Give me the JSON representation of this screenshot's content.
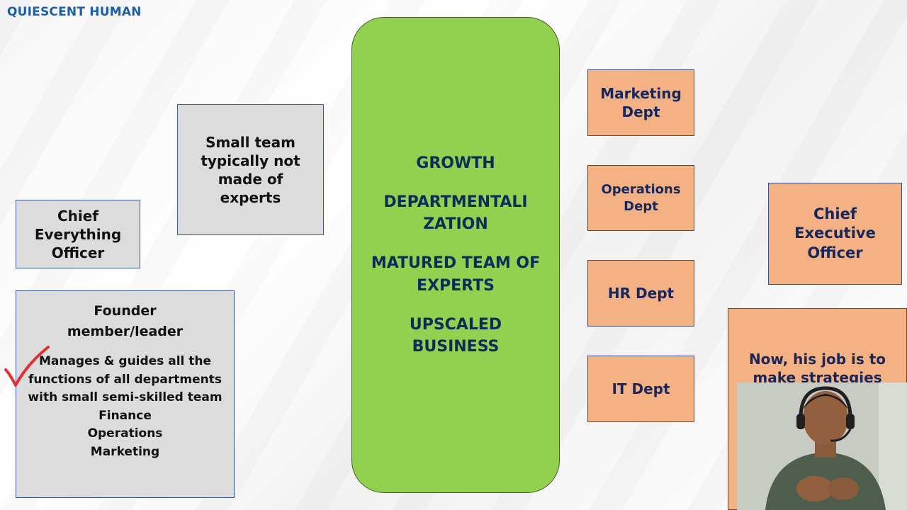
{
  "brand": "QUIESCENT HUMAN",
  "left": {
    "small_team": "Small team typically not made of experts",
    "ceo_everything": "Chief Everything Officer",
    "founder_title": "Founder member/leader",
    "founder_desc": "Manages & guides all the functions of all departments with small semi-skilled team",
    "founder_functions": [
      "Finance",
      "Operations",
      "Marketing"
    ]
  },
  "center": {
    "items": [
      "GROWTH",
      "DEPARTMENTALI ZATION",
      "MATURED TEAM OF EXPERTS",
      "UPSCALED BUSINESS"
    ]
  },
  "departments": [
    "Marketing Dept",
    "Operations Dept",
    "HR Dept",
    "IT Dept"
  ],
  "right": {
    "ceo": "Chief Executive Officer",
    "job": "Now, his job is to make strategies"
  },
  "colors": {
    "brand": "#1a5fa8",
    "grey_box": "#dcdcdc",
    "orange_box": "#f4b183",
    "green_box": "#92d050",
    "navy_text": "#16275e",
    "check": "#e03030"
  }
}
